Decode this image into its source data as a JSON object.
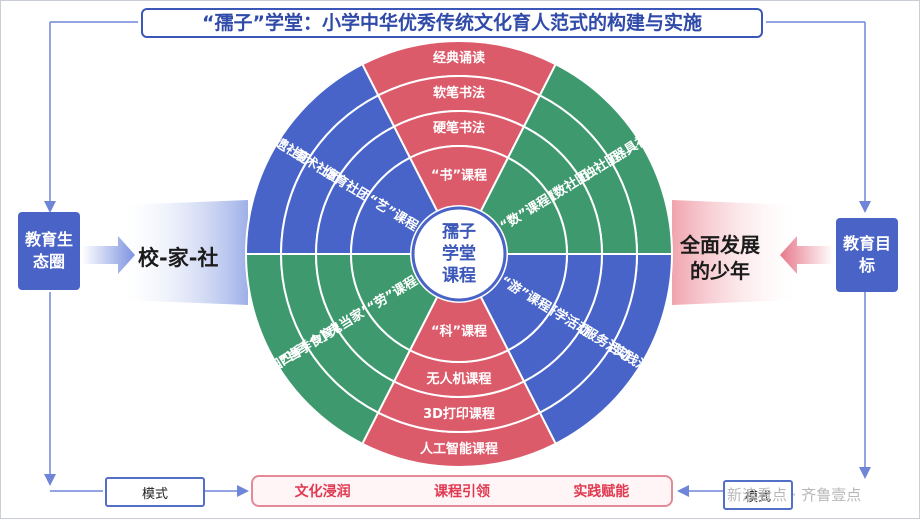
{
  "title": "“孺子”学堂：小学中华优秀传统文化育人范式的构建与实施",
  "left_box": "教育生态圈",
  "right_box": "教育目标",
  "left_label": "校-家-社",
  "right_label_line1": "全面发展",
  "right_label_line2": "的少年",
  "center_text": [
    "孺子",
    "学堂",
    "课程"
  ],
  "bottom_left_box": "模式",
  "bottom_right_box": "模式",
  "bottom_items": [
    "文化浸润",
    "课程引领",
    "实践赋能"
  ],
  "watermark": "新浪看点 · 齐鲁壹点",
  "quadrants": {
    "top": {
      "color": "#dc5b6b",
      "rings": [
        "经典诵读",
        "软笔书法",
        "硬笔书法"
      ],
      "inner": "“书”课程"
    },
    "upper_right": {
      "color": "#3e9a6e",
      "rings": [
        "益智器具社团",
        "数独社团",
        "魔数社团"
      ],
      "inner": "“数”课程"
    },
    "lower_right": {
      "color": "#4864c8",
      "rings": [
        "综合实践活动",
        "社区服务活动",
        "研学活动"
      ],
      "inner": "“游”课程"
    },
    "bottom": {
      "color": "#dc5b6b",
      "rings": [
        "人工智能课程",
        "3D打印课程",
        "无人机课程"
      ],
      "inner": "“科”课程"
    },
    "lower_left": {
      "color": "#3e9a6e",
      "rings": [
        "“田园四季”课程",
        "“当季食育”课程",
        "“小鬼当家”课程"
      ],
      "inner": "“劳”课程"
    },
    "upper_left": {
      "color": "#4864c8",
      "rings": [
        "非遗社团课",
        "美术社团课",
        "体育社团课"
      ],
      "inner": "“艺”课程"
    }
  }
}
